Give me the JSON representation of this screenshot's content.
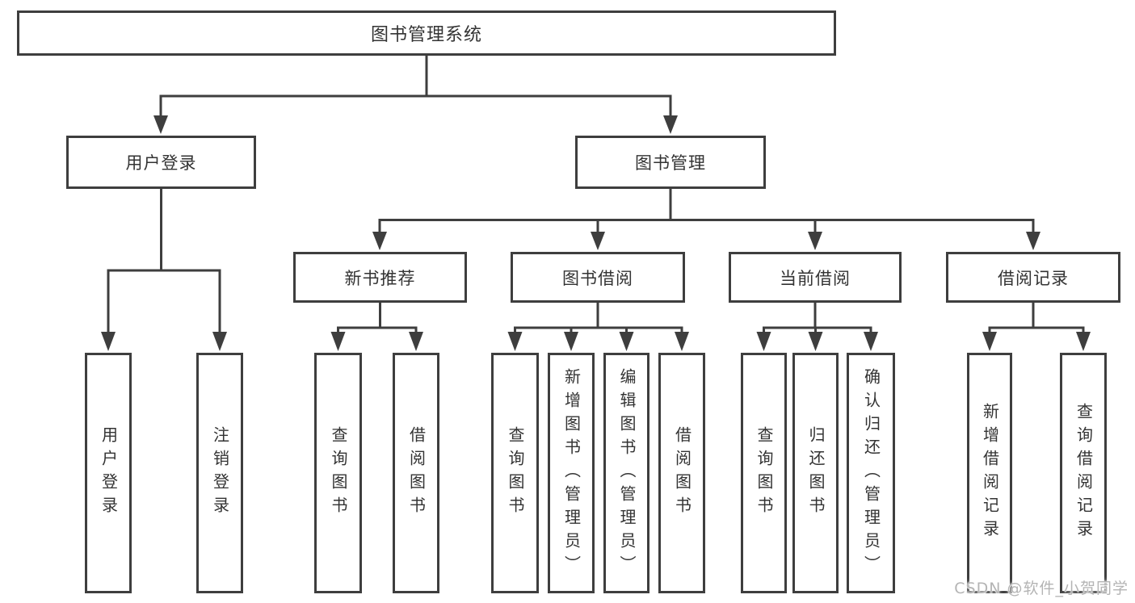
{
  "diagram": {
    "root": {
      "label": "图书管理系统"
    },
    "level2": {
      "login": {
        "label": "用户登录"
      },
      "mgmt": {
        "label": "图书管理"
      }
    },
    "level3": [
      "新书推荐",
      "图书借阅",
      "当前借阅",
      "借阅记录"
    ],
    "leaves": {
      "login": [
        "用户登录",
        "注销登录"
      ],
      "newbook": [
        "查询图书",
        "借阅图书"
      ],
      "borrow": [
        "查询图书",
        "新增图书（管理员）",
        "编辑图书（管理员）",
        "借阅图书"
      ],
      "current": [
        "查询图书",
        "归还图书",
        "确认归还（管理员）"
      ],
      "records": [
        "新增借阅记录",
        "查询借阅记录"
      ]
    },
    "colors": {
      "line": "#3e3e3e",
      "text": "#333333",
      "background": "#ffffff",
      "watermark": "#b4b4b4"
    },
    "watermark": "CSDN @软件_小贺同学"
  }
}
